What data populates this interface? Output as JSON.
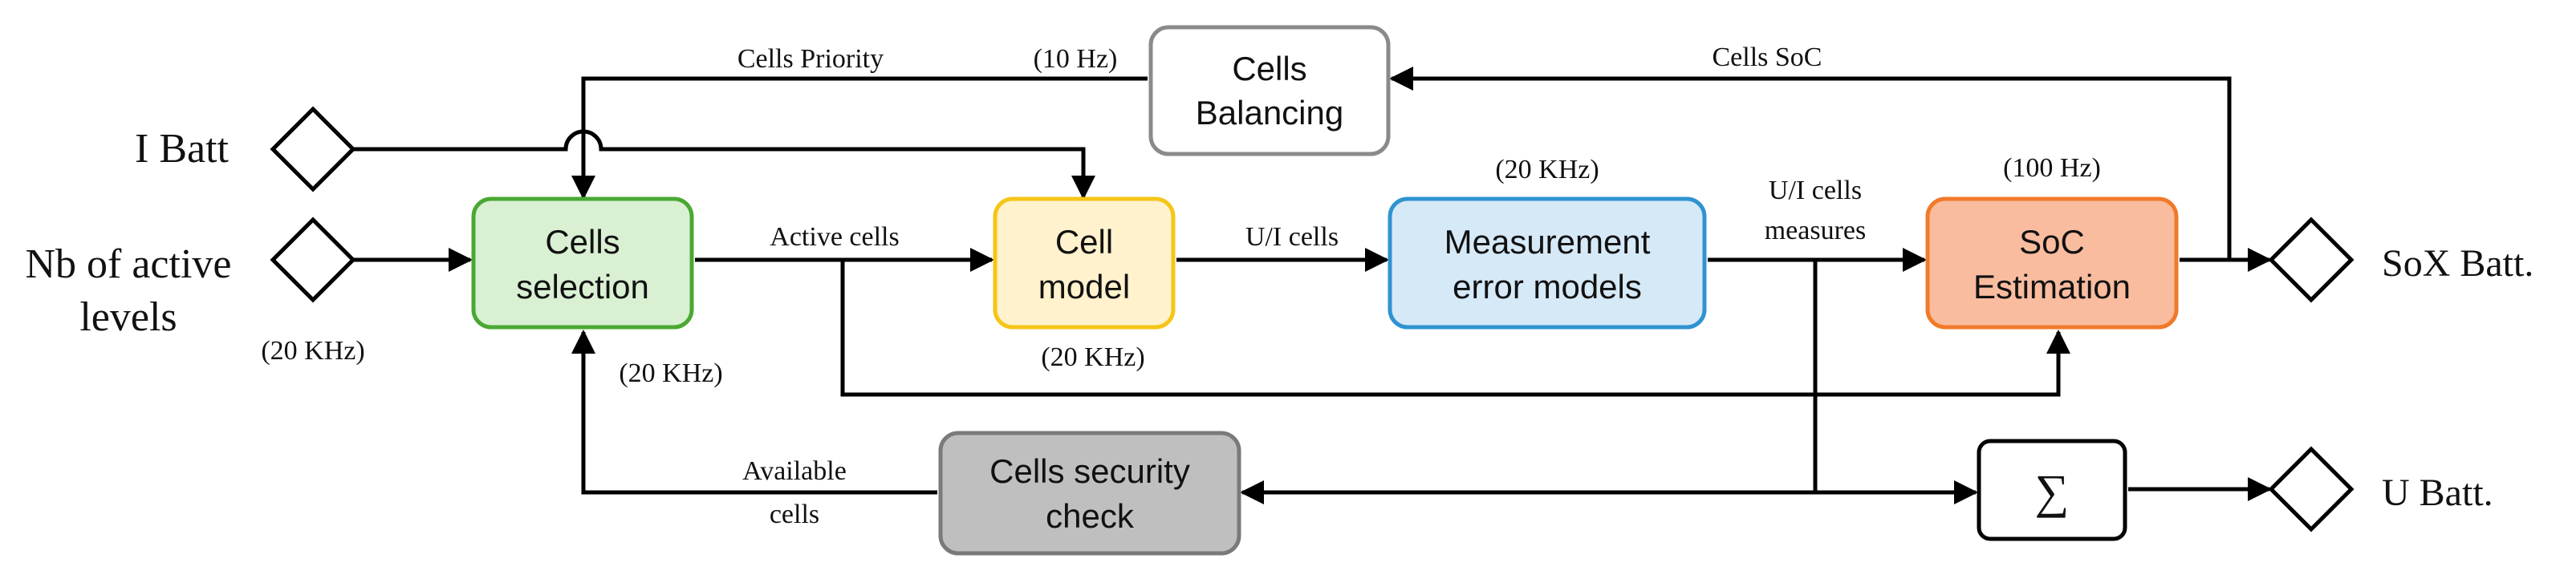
{
  "blocks": {
    "cells_balancing": [
      "Cells",
      "Balancing"
    ],
    "cells_selection": [
      "Cells",
      "selection"
    ],
    "cell_model": [
      "Cell",
      "model"
    ],
    "measurement_error_models": [
      "Measurement",
      "error models"
    ],
    "soc_estimation": [
      "SoC",
      "Estimation"
    ],
    "cells_security_check": [
      "Cells security",
      "check"
    ],
    "sum": "∑"
  },
  "io": {
    "i_batt": "I Batt",
    "nb_active_levels": [
      "Nb of active",
      "levels"
    ],
    "sox_batt": "SoX Batt.",
    "u_batt": "U Batt."
  },
  "signals": {
    "cells_priority": "Cells Priority",
    "cells_soc": "Cells SoC",
    "active_cells": "Active cells",
    "ui_cells": "U/I cells",
    "ui_cells_measures": [
      "U/I cells",
      "measures"
    ],
    "available_cells": [
      "Available",
      "cells"
    ]
  },
  "rates": {
    "balancing": "(10 Hz)",
    "measurement": "(20 KHz)",
    "soc": "(100 Hz)",
    "nb_levels": "(20 KHz)",
    "selection": "(20 KHz)",
    "cell_model": "(20 KHz)"
  },
  "colors": {
    "selection_fill": "#d9f0d3",
    "selection_stroke": "#4aa832",
    "model_fill": "#fff2cc",
    "model_stroke": "#f5c518",
    "meas_fill": "#d6e9f7",
    "meas_stroke": "#2f93d1",
    "soc_fill": "#f9bc9f",
    "soc_stroke": "#f07a2a",
    "balancing_stroke": "#8a8a8a",
    "security_fill": "#bfbfbf",
    "security_stroke": "#7a7a7a"
  }
}
